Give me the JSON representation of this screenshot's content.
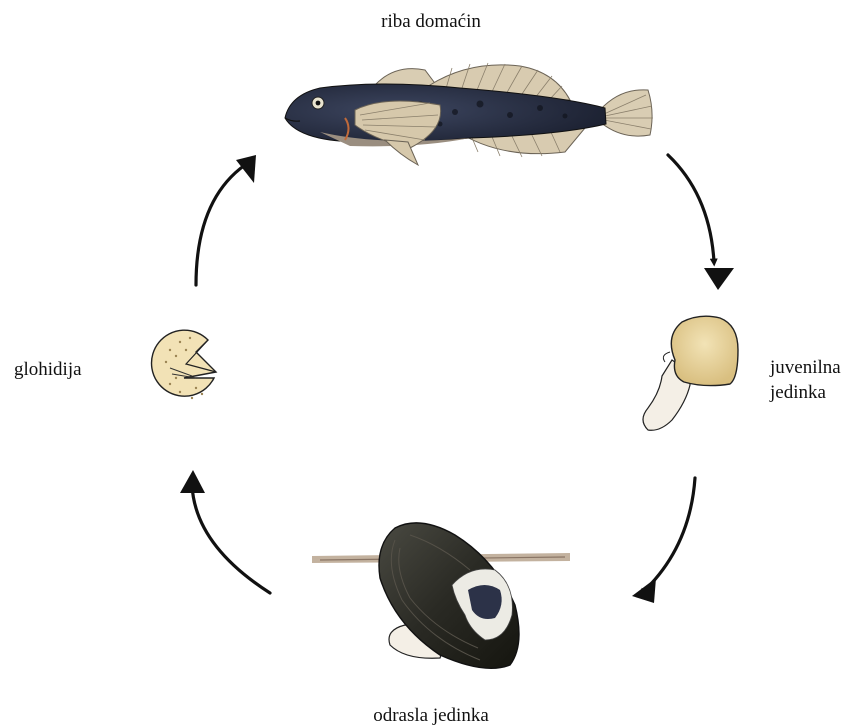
{
  "diagram": {
    "stages": [
      {
        "id": "host-fish",
        "label": "riba domaćin"
      },
      {
        "id": "juvenile",
        "label_line1": "juvenilna",
        "label_line2": "jedinka"
      },
      {
        "id": "adult",
        "label": "odrasla jedinka"
      },
      {
        "id": "glochidium",
        "label": "glohidija"
      }
    ],
    "colors": {
      "arrow": "#111111",
      "fish_body": "#2c3346",
      "fish_fin": "#d9cdb3",
      "shell_adult": "#2a2a25",
      "foot": "#f4efe6",
      "larva_shell": "#f1dfb0",
      "juvenile_shell": "#e9d49c",
      "sediment": "#b9a48e"
    }
  }
}
